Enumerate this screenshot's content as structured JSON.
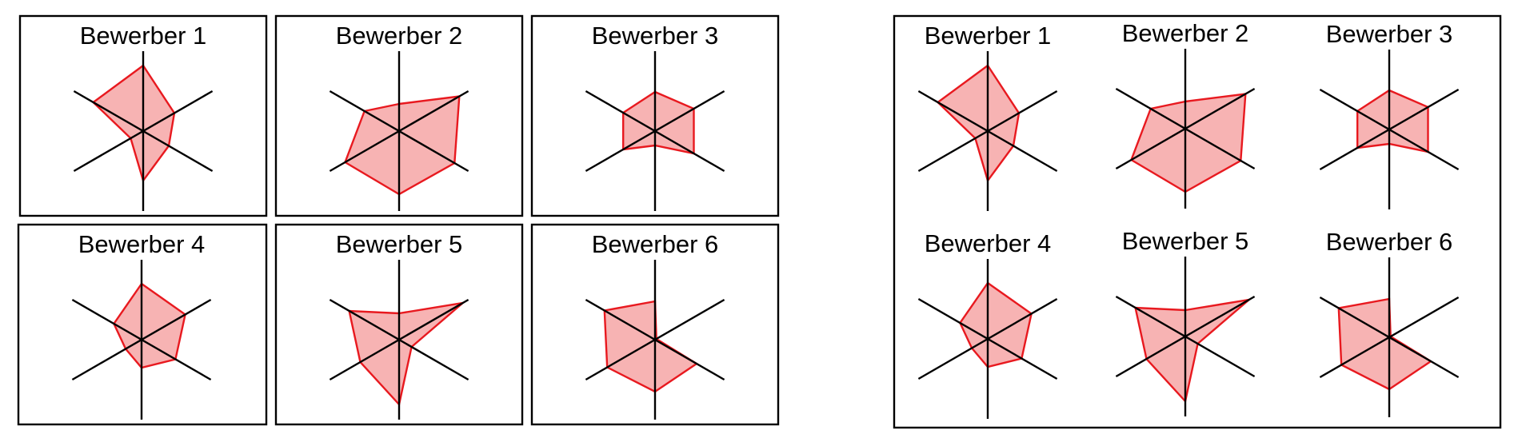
{
  "chart_data": {
    "type": "radar",
    "axes_count": 6,
    "rmax": 1.0,
    "grid": false,
    "legend": "none",
    "colors": {
      "fill": "#f7b3b3",
      "stroke": "#e8191f",
      "axis": "#000000",
      "frame": "#000000"
    },
    "series": [
      {
        "name": "Bewerber 1",
        "values": [
          0.82,
          0.45,
          0.37,
          0.62,
          0.18,
          0.72
        ]
      },
      {
        "name": "Bewerber 2",
        "values": [
          0.34,
          0.87,
          0.8,
          0.79,
          0.78,
          0.5
        ]
      },
      {
        "name": "Bewerber 3",
        "values": [
          0.49,
          0.56,
          0.56,
          0.18,
          0.46,
          0.46
        ]
      },
      {
        "name": "Bewerber 4",
        "values": [
          0.7,
          0.63,
          0.49,
          0.35,
          0.23,
          0.4
        ]
      },
      {
        "name": "Bewerber 5",
        "values": [
          0.33,
          0.92,
          0.18,
          0.81,
          0.56,
          0.72
        ]
      },
      {
        "name": "Bewerber 6",
        "values": [
          0.48,
          0.02,
          0.6,
          0.65,
          0.69,
          0.73
        ]
      }
    ]
  }
}
